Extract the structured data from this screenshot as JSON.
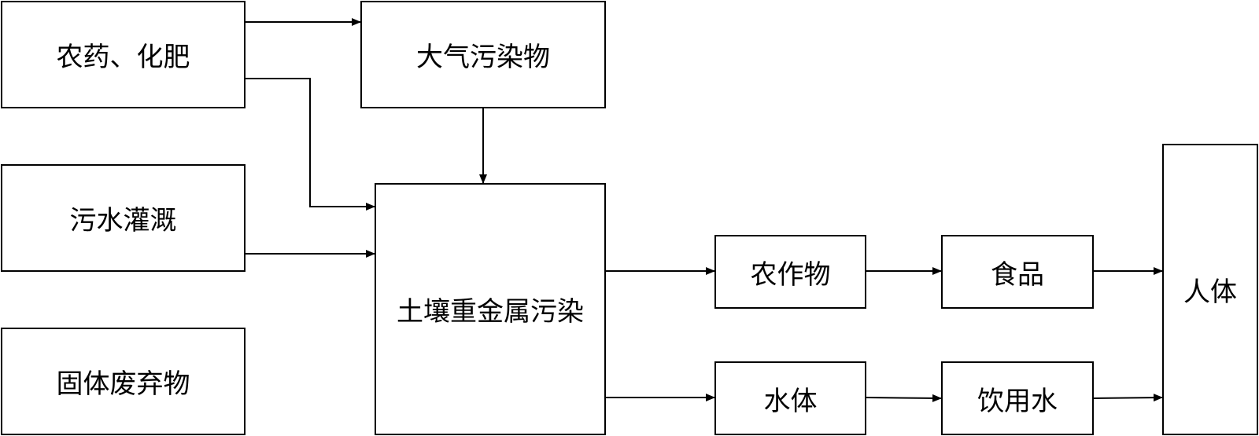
{
  "diagram": {
    "nodes": {
      "pesticides": "农药、化肥",
      "sewage_irrigation": "污水灌溉",
      "solid_waste": "固体废弃物",
      "air_pollutants": "大气污染物",
      "soil_heavy_metal": "土壤重金属污染",
      "crops": "农作物",
      "food": "食品",
      "water_body": "水体",
      "drinking_water": "饮用水",
      "human_body": "人体"
    },
    "edges": [
      {
        "from": "pesticides",
        "to": "air_pollutants"
      },
      {
        "from": "pesticides",
        "to": "soil_heavy_metal"
      },
      {
        "from": "sewage_irrigation",
        "to": "soil_heavy_metal"
      },
      {
        "from": "air_pollutants",
        "to": "soil_heavy_metal"
      },
      {
        "from": "soil_heavy_metal",
        "to": "crops"
      },
      {
        "from": "soil_heavy_metal",
        "to": "water_body"
      },
      {
        "from": "crops",
        "to": "food"
      },
      {
        "from": "food",
        "to": "human_body"
      },
      {
        "from": "water_body",
        "to": "drinking_water"
      },
      {
        "from": "drinking_water",
        "to": "human_body"
      }
    ]
  }
}
